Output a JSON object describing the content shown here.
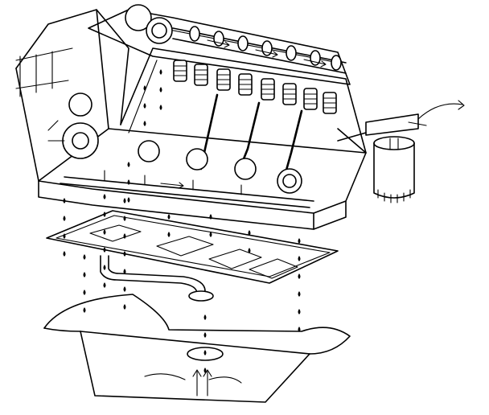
{
  "diagram": {
    "kind": "engine lubrication system exploded line drawing",
    "colors": {
      "line": "#000000",
      "background": "#ffffff"
    },
    "components": [
      "engine-block",
      "cylinder-head",
      "camshaft",
      "valve-springs",
      "pushrods",
      "crankshaft-bearings",
      "oil-gallery",
      "timing-gear",
      "oil-filter",
      "oil-pan-gasket",
      "oil-pickup-tube",
      "oil-pan"
    ],
    "labels": []
  }
}
